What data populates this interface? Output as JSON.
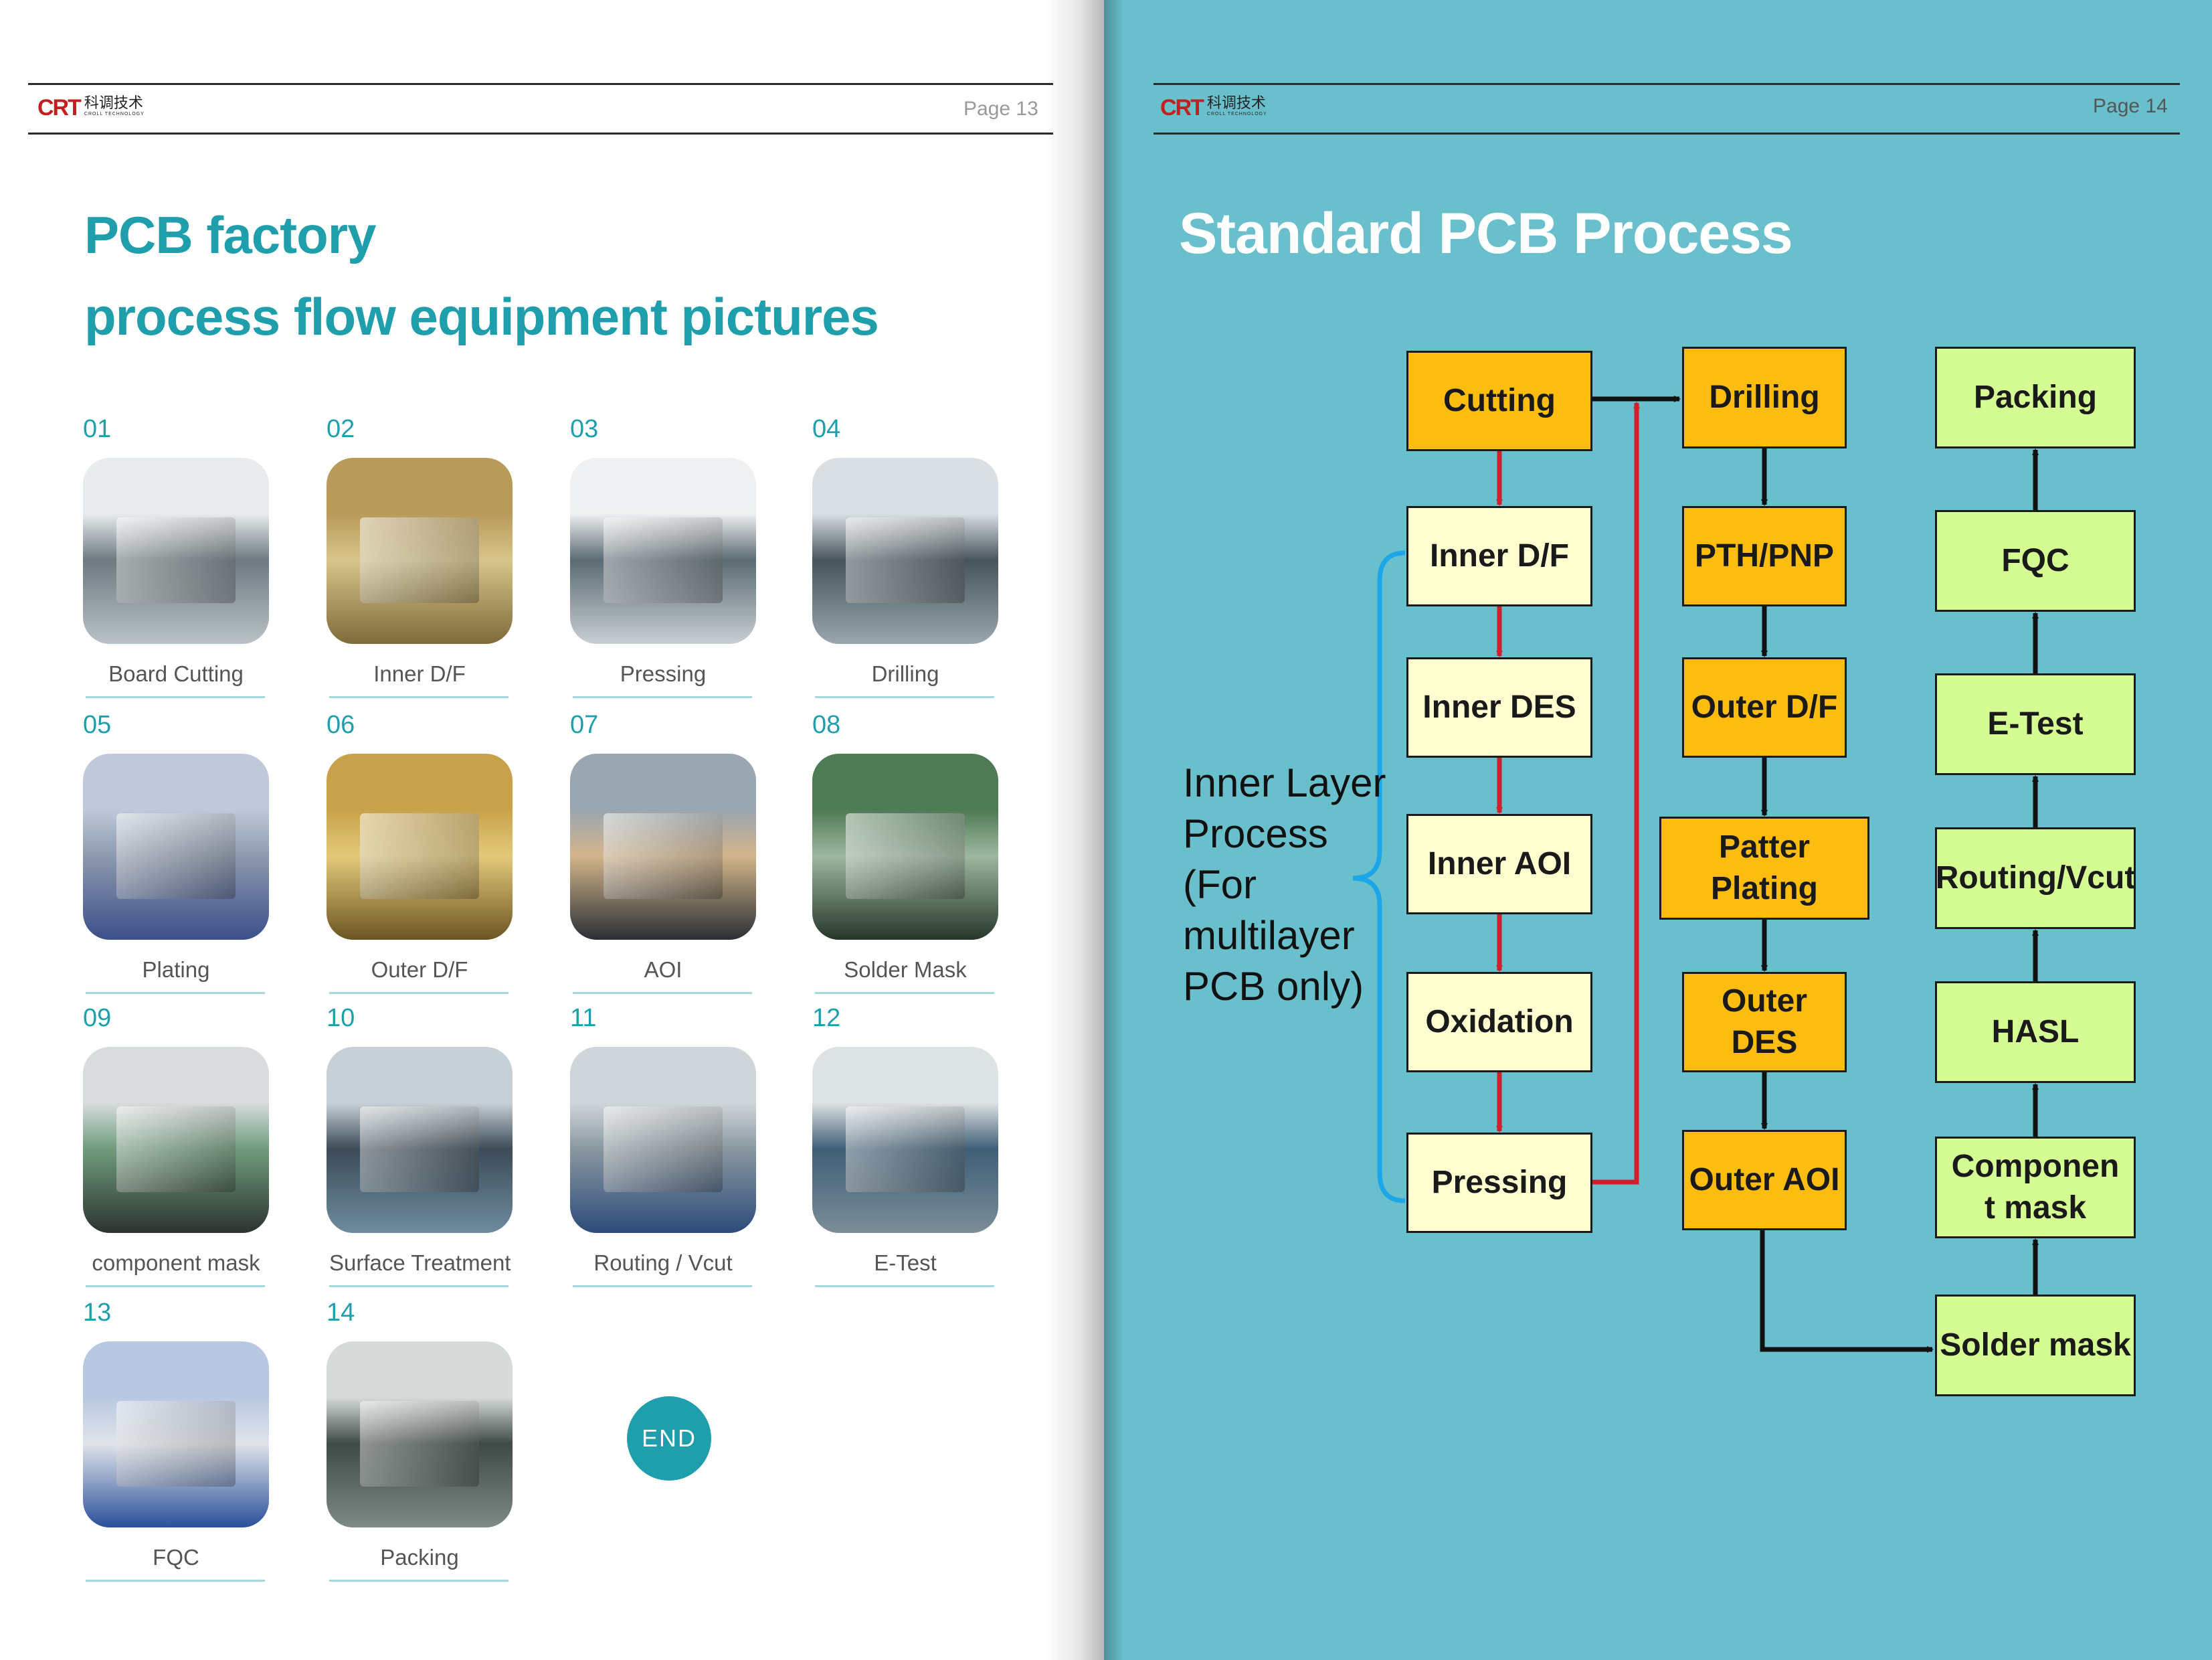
{
  "header": {
    "logo_mark": "CRT",
    "logo_cn": "科调技术",
    "logo_en": "CROLL TECHNOLOGY",
    "left_page": "Page 13",
    "right_page": "Page 14"
  },
  "left": {
    "title_line1": "PCB factory",
    "title_line2": "process flow equipment pictures",
    "items": [
      {
        "num": "01",
        "caption": "Board Cutting"
      },
      {
        "num": "02",
        "caption": "Inner D/F"
      },
      {
        "num": "03",
        "caption": "Pressing"
      },
      {
        "num": "04",
        "caption": "Drilling"
      },
      {
        "num": "05",
        "caption": "Plating"
      },
      {
        "num": "06",
        "caption": "Outer D/F"
      },
      {
        "num": "07",
        "caption": "AOI"
      },
      {
        "num": "08",
        "caption": "Solder Mask"
      },
      {
        "num": "09",
        "caption": "component mask"
      },
      {
        "num": "10",
        "caption": "Surface Treatment"
      },
      {
        "num": "11",
        "caption": "Routing / Vcut"
      },
      {
        "num": "12",
        "caption": "E-Test"
      },
      {
        "num": "13",
        "caption": "FQC"
      },
      {
        "num": "14",
        "caption": "Packing"
      }
    ],
    "end_label": "END"
  },
  "right": {
    "title": "Standard PCB Process",
    "inner_label_lines": [
      "Inner Layer",
      "Process",
      "(For",
      "multilayer",
      "PCB only)"
    ],
    "col1": [
      "Cutting",
      "Inner D/F",
      "Inner DES",
      "Inner AOI",
      "Oxidation",
      "Pressing"
    ],
    "col2": [
      "Drilling",
      "PTH/PNP",
      "Outer D/F",
      "Patter Plating",
      "Outer DES",
      "Outer AOI"
    ],
    "col3": [
      "Packing",
      "FQC",
      "E-Test",
      "Routing/Vcut",
      "HASL",
      "Componen\nt mask",
      "Solder mask"
    ],
    "colors": {
      "cream": "#fefed0",
      "orange": "#fdbd10",
      "green": "#d5fb93",
      "red_arrow": "#d0202a",
      "blue_bracket": "#1aa6e8",
      "teal": "#1f9eac"
    }
  }
}
